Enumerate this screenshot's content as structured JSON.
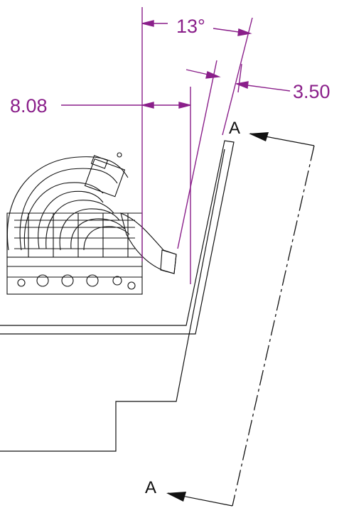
{
  "dimensions": {
    "angle": "13°",
    "offset_width": "8.08",
    "thickness": "3.50"
  },
  "section": {
    "label_top": "A",
    "label_bottom": "A"
  },
  "colors": {
    "dimension": "#8a1f8a",
    "geometry": "#111111"
  }
}
